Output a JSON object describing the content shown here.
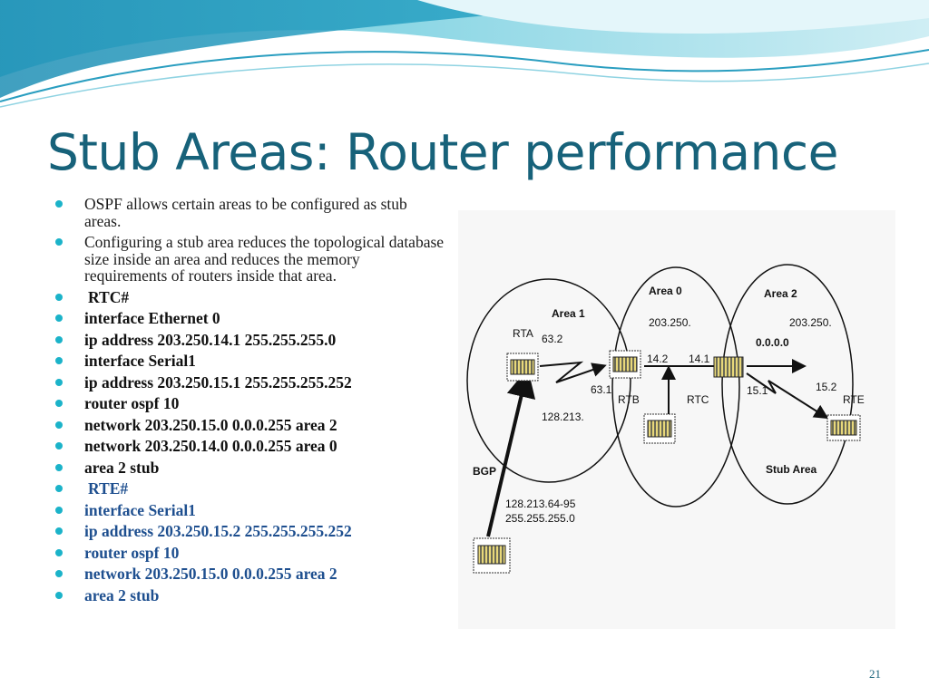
{
  "slide": {
    "title": "Stub Areas: Router performance",
    "number": "21"
  },
  "bullets": [
    {
      "text": "OSPF allows certain areas to be configured as stub areas.",
      "style": "plain"
    },
    {
      "text": "Configuring a stub area reduces the topological database size inside an area and reduces the memory requirements of routers inside that area.",
      "style": "plain"
    },
    {
      "text": "RTC#",
      "style": "cfg"
    },
    {
      "text": "interface Ethernet 0",
      "style": "cfg"
    },
    {
      "text": "ip address 203.250.14.1 255.255.255.0",
      "style": "cfg"
    },
    {
      "text": "interface Serial1",
      "style": "cfg"
    },
    {
      "text": "ip address 203.250.15.1 255.255.255.252",
      "style": "cfg"
    },
    {
      "text": "router ospf 10",
      "style": "cfg"
    },
    {
      "text": "network 203.250.15.0 0.0.0.255 area 2",
      "style": "cfg"
    },
    {
      "text": "network 203.250.14.0 0.0.0.255 area 0",
      "style": "cfg"
    },
    {
      "text": "area 2 stub",
      "style": "cfg"
    },
    {
      "text": "RTE#",
      "style": "blue"
    },
    {
      "text": "interface Serial1",
      "style": "blue"
    },
    {
      "text": "ip address 203.250.15.2 255.255.255.252",
      "style": "blue"
    },
    {
      "text": "router ospf 10",
      "style": "blue"
    },
    {
      "text": "network 203.250.15.0 0.0.0.255 area 2",
      "style": "blue"
    },
    {
      "text": "area 2 stub",
      "style": "blue"
    }
  ],
  "diagram": {
    "area1": {
      "name": "Area 1",
      "rta_addr": "63.2",
      "rtb_addr": "63.1",
      "net": "128.213."
    },
    "area0": {
      "name": "Area 0",
      "net": "203.250.",
      "rtb_if": "14.2",
      "rtc_if": "14.1"
    },
    "area2": {
      "name": "Area 2",
      "net": "203.250.",
      "net2": "0.0.0.0",
      "rtc_if": "15.1",
      "rte_if": "15.2",
      "desc": "Stub Area"
    },
    "routers": {
      "rta": "RTA",
      "rtb": "RTB",
      "rtc": "RTC",
      "rte": "RTE"
    },
    "bgp": {
      "label": "BGP",
      "net": "128.213.64-95",
      "mask": "255.255.255.0"
    }
  },
  "colors": {
    "title": "#17627a",
    "bullet": "#1bb3c9",
    "blue_text": "#1e4f8f",
    "router_fill": "#e8d87a"
  }
}
